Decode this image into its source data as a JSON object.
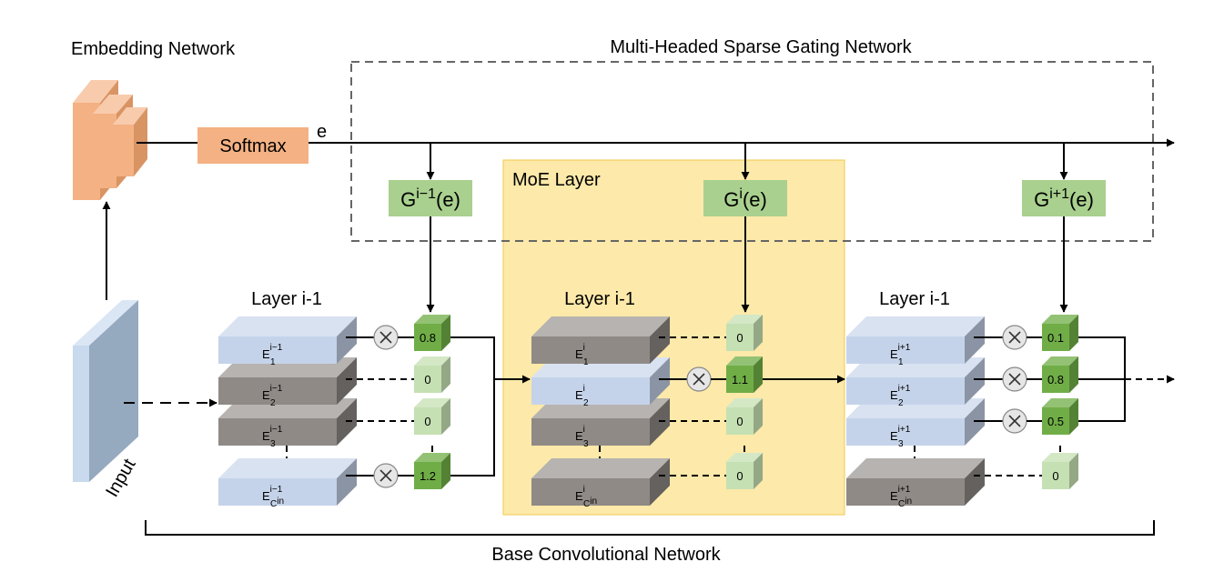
{
  "titles": {
    "embedding": "Embedding Network",
    "gating": "Multi-Headed Sparse Gating Network",
    "moe": "MoE Layer",
    "base": "Base Convolutional Network",
    "input": "Input"
  },
  "softmax": {
    "label": "Softmax",
    "output": "e"
  },
  "gates": [
    {
      "base": "G",
      "sup": "i−1",
      "arg": "(e)"
    },
    {
      "base": "G",
      "sup": "i",
      "arg": "(e)"
    },
    {
      "base": "G",
      "sup": "i+1",
      "arg": "(e)"
    }
  ],
  "layers": [
    {
      "title": "Layer i-1",
      "experts": [
        {
          "base": "E",
          "sub": "1",
          "sup": "i−1",
          "active": true
        },
        {
          "base": "E",
          "sub": "2",
          "sup": "i−1",
          "active": false
        },
        {
          "base": "E",
          "sub": "3",
          "sup": "i−1",
          "active": false
        },
        {
          "base": "E",
          "sub": "C",
          "subsub": "in",
          "sup": "i−1",
          "active": true
        }
      ],
      "weights": [
        "0.8",
        "0",
        "0",
        "1.2"
      ]
    },
    {
      "title": "Layer i-1",
      "experts": [
        {
          "base": "E",
          "sub": "1",
          "sup": "i",
          "active": false
        },
        {
          "base": "E",
          "sub": "2",
          "sup": "i",
          "active": true
        },
        {
          "base": "E",
          "sub": "3",
          "sup": "i",
          "active": false
        },
        {
          "base": "E",
          "sub": "C",
          "subsub": "in",
          "sup": "i",
          "active": false
        }
      ],
      "weights": [
        "0",
        "1.1",
        "0",
        "0"
      ]
    },
    {
      "title": "Layer i-1",
      "experts": [
        {
          "base": "E",
          "sub": "1",
          "sup": "i+1",
          "active": true
        },
        {
          "base": "E",
          "sub": "2",
          "sup": "i+1",
          "active": true
        },
        {
          "base": "E",
          "sub": "3",
          "sup": "i+1",
          "active": true
        },
        {
          "base": "E",
          "sub": "C",
          "subsub": "in",
          "sup": "i+1",
          "active": false
        }
      ],
      "weights": [
        "0.1",
        "0.8",
        "0.5",
        "0"
      ]
    }
  ],
  "colors": {
    "active_expert": "#c5d3ea",
    "inactive_expert": "#8f8a86",
    "gate_fill": "#a9d08e",
    "weight_light": "#c5e0b3",
    "weight_dark": "#70ad47",
    "moe_fill": "#fde9a9",
    "softmax_fill": "#f4b183",
    "input_fill": "#c9d9ee"
  },
  "icons": {
    "multiply": "circle-times-icon",
    "arrow": "arrow-head-icon"
  }
}
